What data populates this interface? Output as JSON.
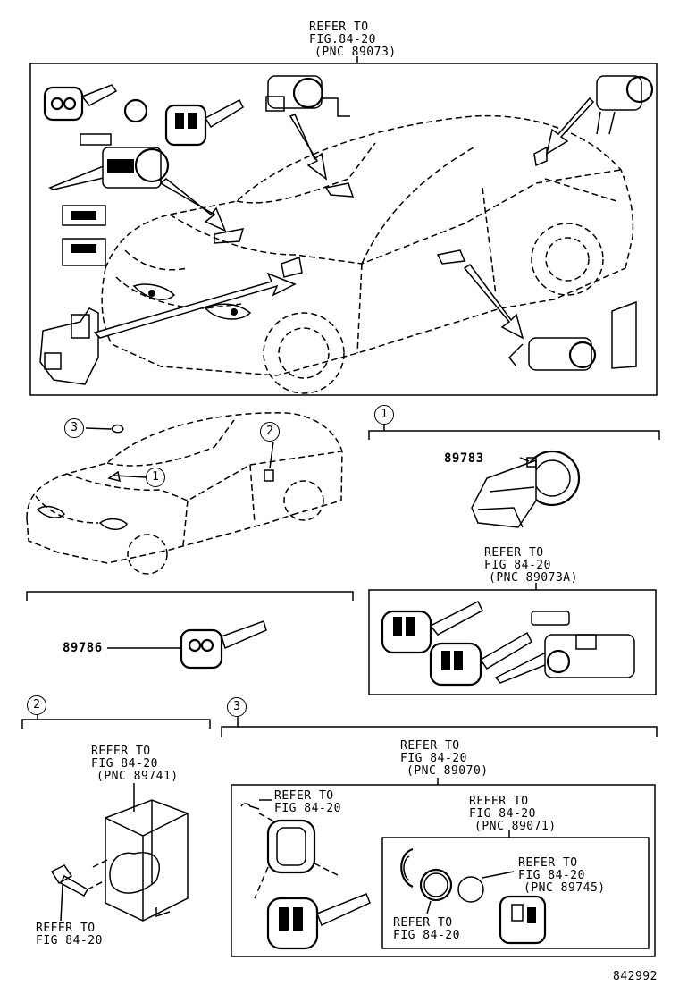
{
  "top_section": {
    "refer": [
      "REFER TO",
      "FIG.84-20",
      "(PNC 89073)"
    ]
  },
  "callouts": {
    "c1": "1",
    "c2": "2",
    "c3": "3"
  },
  "part_numbers": {
    "p89783": "89783",
    "p89786": "89786"
  },
  "section1_refer": [
    "REFER TO",
    "FIG 84-20",
    "(PNC 89073A)"
  ],
  "section2_refer": [
    "REFER TO",
    "FIG 84-20",
    "(PNC 89741)"
  ],
  "section2_refer_bolt": [
    "REFER TO",
    "FIG 84-20"
  ],
  "section3_refer_main": [
    "REFER TO",
    "FIG 84-20",
    "(PNC 89070)"
  ],
  "section3_refer_screw": [
    "REFER TO",
    "FIG 84-20"
  ],
  "section3_refer_inner": [
    "REFER TO",
    "FIG 84-20",
    "(PNC 89071)"
  ],
  "section3_refer_battery": [
    "REFER TO",
    "FIG 84-20",
    "(PNC 89745)"
  ],
  "section3_refer_ring": [
    "REFER TO",
    "FIG 84-20"
  ],
  "drawing_number": "842992"
}
